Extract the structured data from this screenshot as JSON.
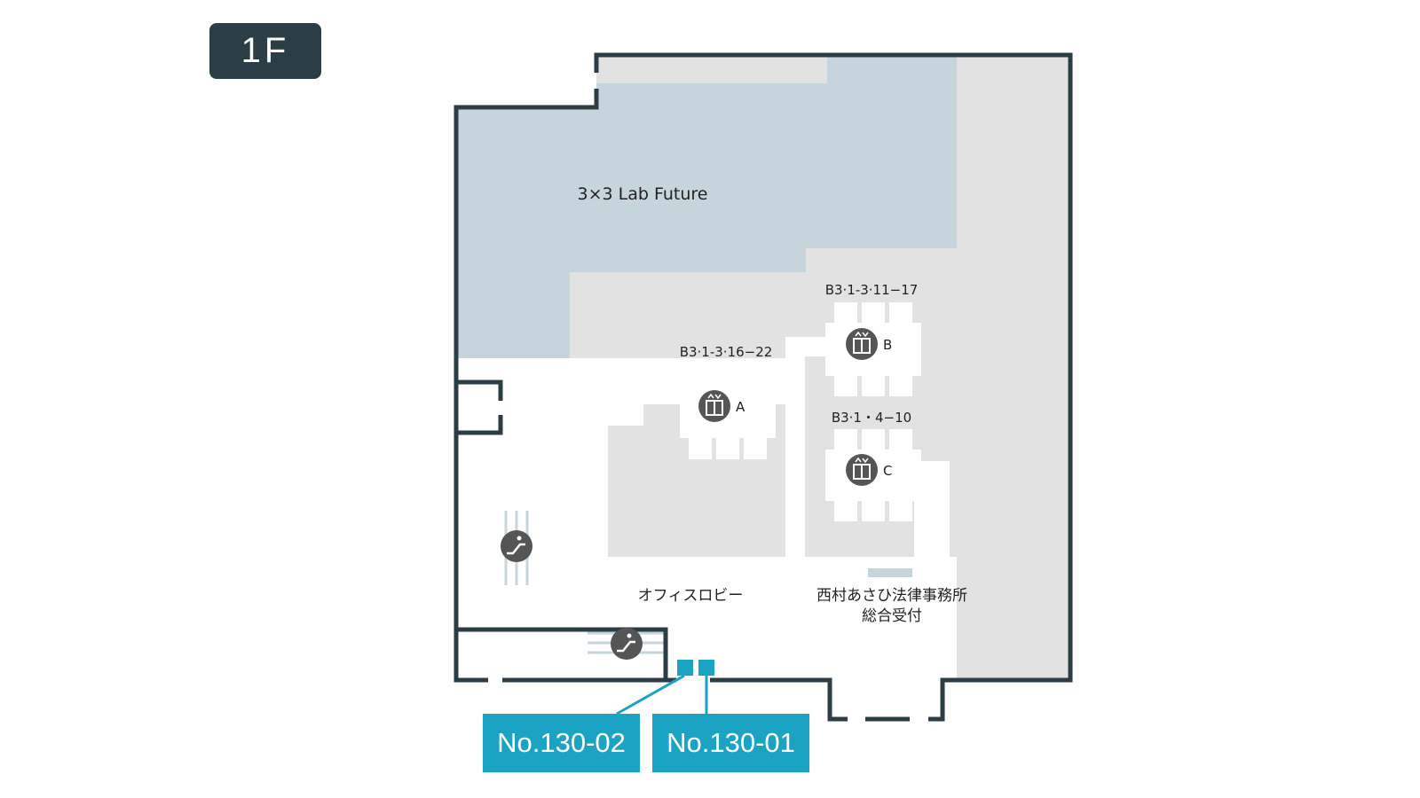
{
  "floor": {
    "label": "1F"
  },
  "colors": {
    "wall": "#2c3e45",
    "lab_area": "#c6d4db",
    "common_area": "#e2e2e2",
    "icon_bg": "#555555",
    "tag": "#1aa3c3"
  },
  "areas": {
    "lab": "3×3 Lab Future",
    "lobby": "オフィスロビー",
    "reception_line1": "西村あさひ法律事務所",
    "reception_line2": "総合受付"
  },
  "elevators": [
    {
      "bank": "B3·1-3·16−22",
      "letter": "A",
      "icon": "elevator-icon"
    },
    {
      "bank": "B3·1-3·11−17",
      "letter": "B",
      "icon": "elevator-icon"
    },
    {
      "bank": "B3·1・4−10",
      "letter": "C",
      "icon": "elevator-icon"
    }
  ],
  "escalators": [
    {
      "icon": "escalator-icon"
    },
    {
      "icon": "escalator-icon"
    }
  ],
  "locations": [
    {
      "id": "No.130-02"
    },
    {
      "id": "No.130-01"
    }
  ]
}
